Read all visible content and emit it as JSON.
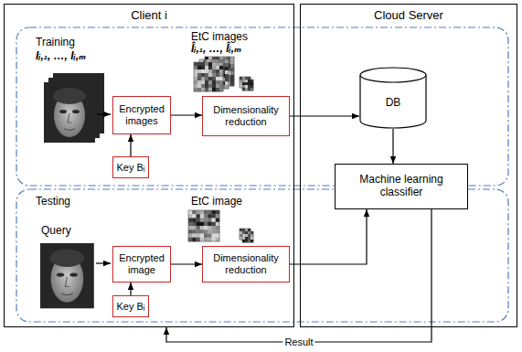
{
  "diagram": {
    "nodes": [
      {
        "text": [
          "Client i"
        ]
      },
      {
        "text": [
          "Cloud Server"
        ]
      },
      {
        "text": [
          "Encrypted images"
        ],
        "in": 0
      },
      {
        "text": [
          "Key Bᵢ"
        ],
        "in": 0
      },
      {
        "text": [
          "Dimensionality reduction"
        ],
        "in": 0
      },
      {
        "text": [
          "DB"
        ],
        "in": 1
      },
      {
        "text": [
          "Machine learning classifier"
        ],
        "in": 1
      },
      {
        "text": [
          "Encrypted image"
        ],
        "in": 0
      },
      {
        "text": [
          "Key Bᵢ"
        ],
        "in": 0
      },
      {
        "text": [
          "Dimensionality reduction"
        ],
        "in": 0
      }
    ],
    "edges": [
      {
        "from": 3,
        "to": 2,
        "arrow": "to"
      },
      {
        "from": 2,
        "to": 4,
        "arrow": "to"
      },
      {
        "from": 4,
        "to": 5,
        "arrow": "to"
      },
      {
        "from": 5,
        "to": 6,
        "arrow": "to"
      },
      {
        "from": 8,
        "to": 7,
        "arrow": "to"
      },
      {
        "from": 7,
        "to": 9,
        "arrow": "to"
      },
      {
        "from": 9,
        "to": 6,
        "arrow": "to"
      },
      {
        "from": 6,
        "to": 0,
        "label": "Result",
        "arrow": "to"
      }
    ],
    "labels": [
      "Training",
      "Iᵢ,₁, …, Iᵢ,ₘ",
      "EtC images",
      "Îᵢ,₁, …, Îᵢ,ₘ",
      "Testing",
      "Query",
      "EtC image"
    ]
  }
}
